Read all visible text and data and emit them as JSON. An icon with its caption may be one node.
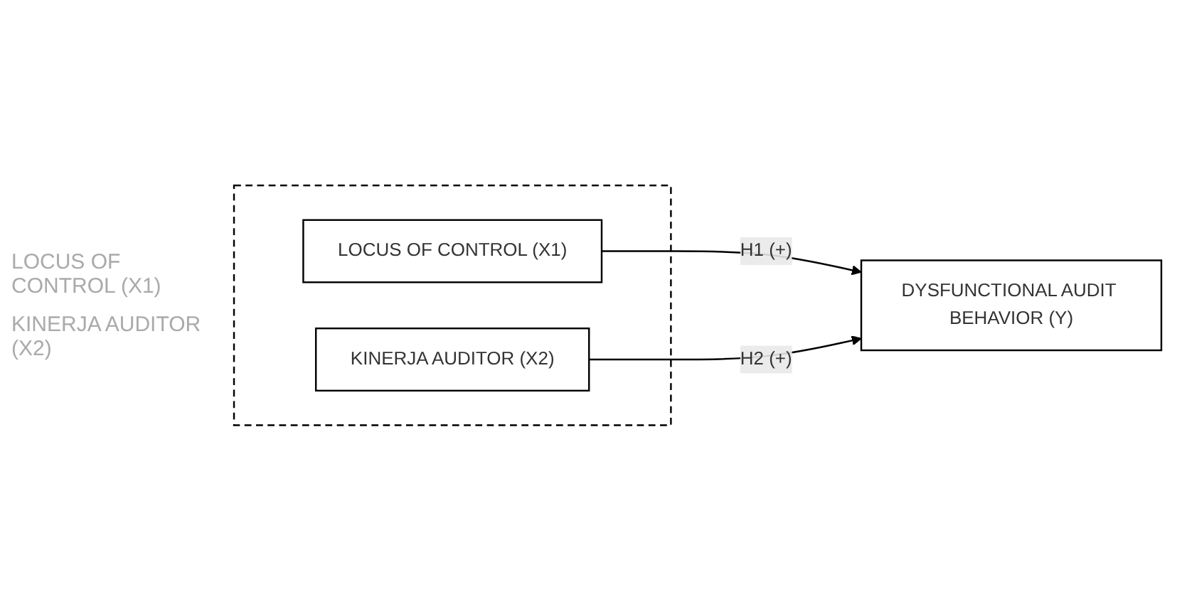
{
  "diagram": {
    "nodes": [
      {
        "text": [],
        "shape": "box"
      },
      {
        "text": [
          "LOCUS OF CONTROL (X1)"
        ],
        "in": 0
      },
      {
        "text": [
          "KINERJA AUDITOR (X2)"
        ],
        "in": 0
      },
      {
        "text": [
          "DYSFUNCTIONAL AUDIT BEHAVIOR (Y)"
        ]
      }
    ],
    "edges": [
      {
        "from": 1,
        "to": 3,
        "arrow": "to",
        "label": "H1 (+)"
      },
      {
        "from": 2,
        "to": 3,
        "arrow": "to",
        "label": "H2 (+)"
      }
    ],
    "labels": [
      "LOCUS OF CONTROL (X1)",
      "KINERJA AUDITOR (X2)"
    ]
  }
}
